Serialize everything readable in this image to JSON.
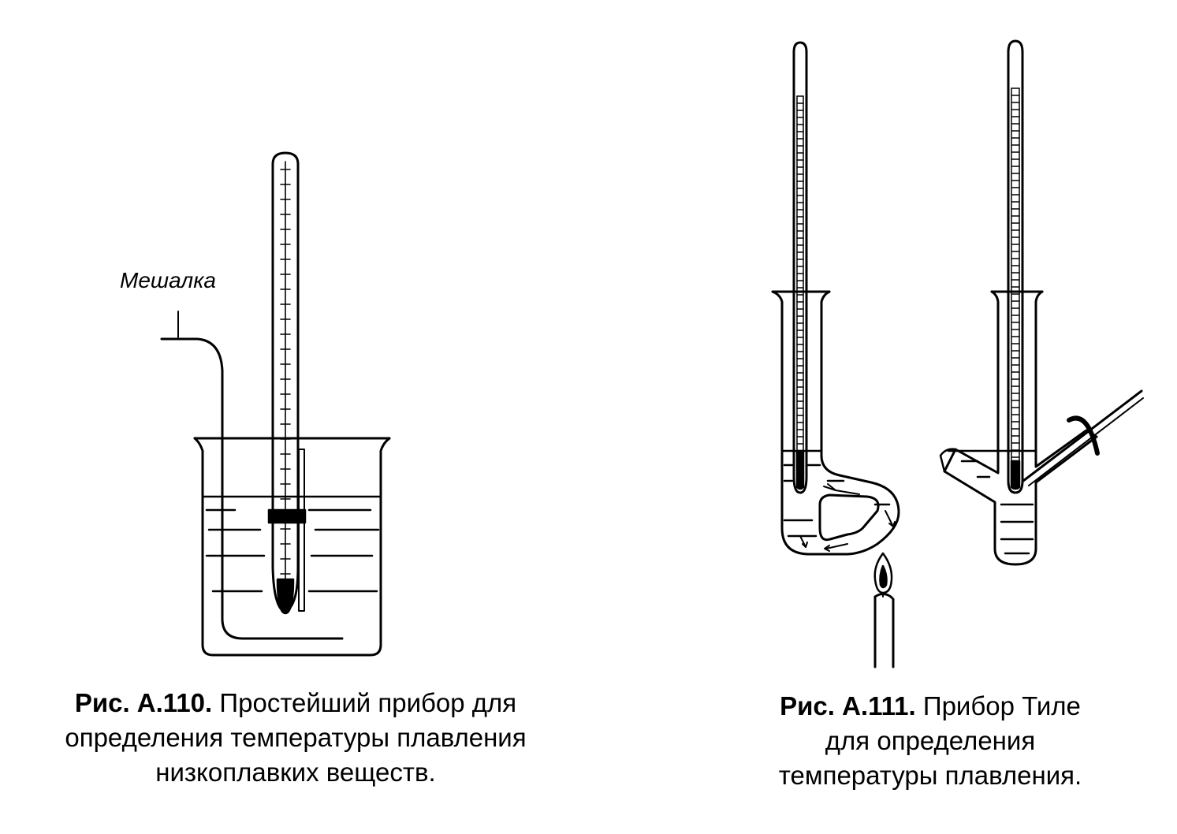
{
  "figure_a110": {
    "stirrer_label": "Мешалка",
    "caption_number": "Рис. А.110.",
    "caption_line1": "Простейший прибор для",
    "caption_line2": "определения температуры плавления",
    "caption_line3": "низкоплавких веществ."
  },
  "figure_a111": {
    "caption_number": "Рис. А.111.",
    "caption_line1": "Прибор Тиле",
    "caption_line2": "для определения",
    "caption_line3": "температуры плавления."
  },
  "colors": {
    "ink": "#000000",
    "paper": "#ffffff"
  }
}
